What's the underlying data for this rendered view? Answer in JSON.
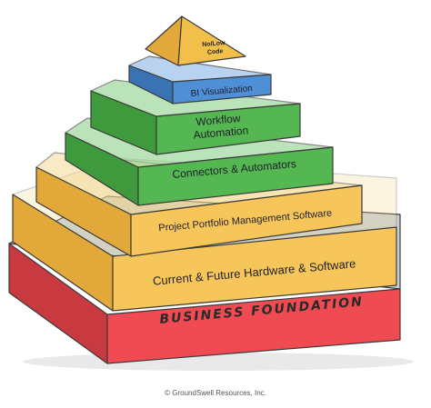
{
  "pyramid": {
    "tiers": [
      {
        "label": "No/Low\nCode",
        "color": "#f2c04a"
      },
      {
        "label": "BI Visualization",
        "color": "#4f8fd6"
      },
      {
        "label": "Workflow\nAutomation",
        "color": "#54b752"
      },
      {
        "label": "Connectors & Automators",
        "color": "#54b752"
      },
      {
        "label": "Project Portfolio Management Software",
        "color": "#f7c65a"
      },
      {
        "label": "Current & Future Hardware & Software",
        "color": "#f7c65a"
      },
      {
        "label": "BUSINESS FOUNDATION",
        "color": "#f04b52"
      }
    ]
  },
  "copyright": "© GroundSwell Resources, Inc."
}
